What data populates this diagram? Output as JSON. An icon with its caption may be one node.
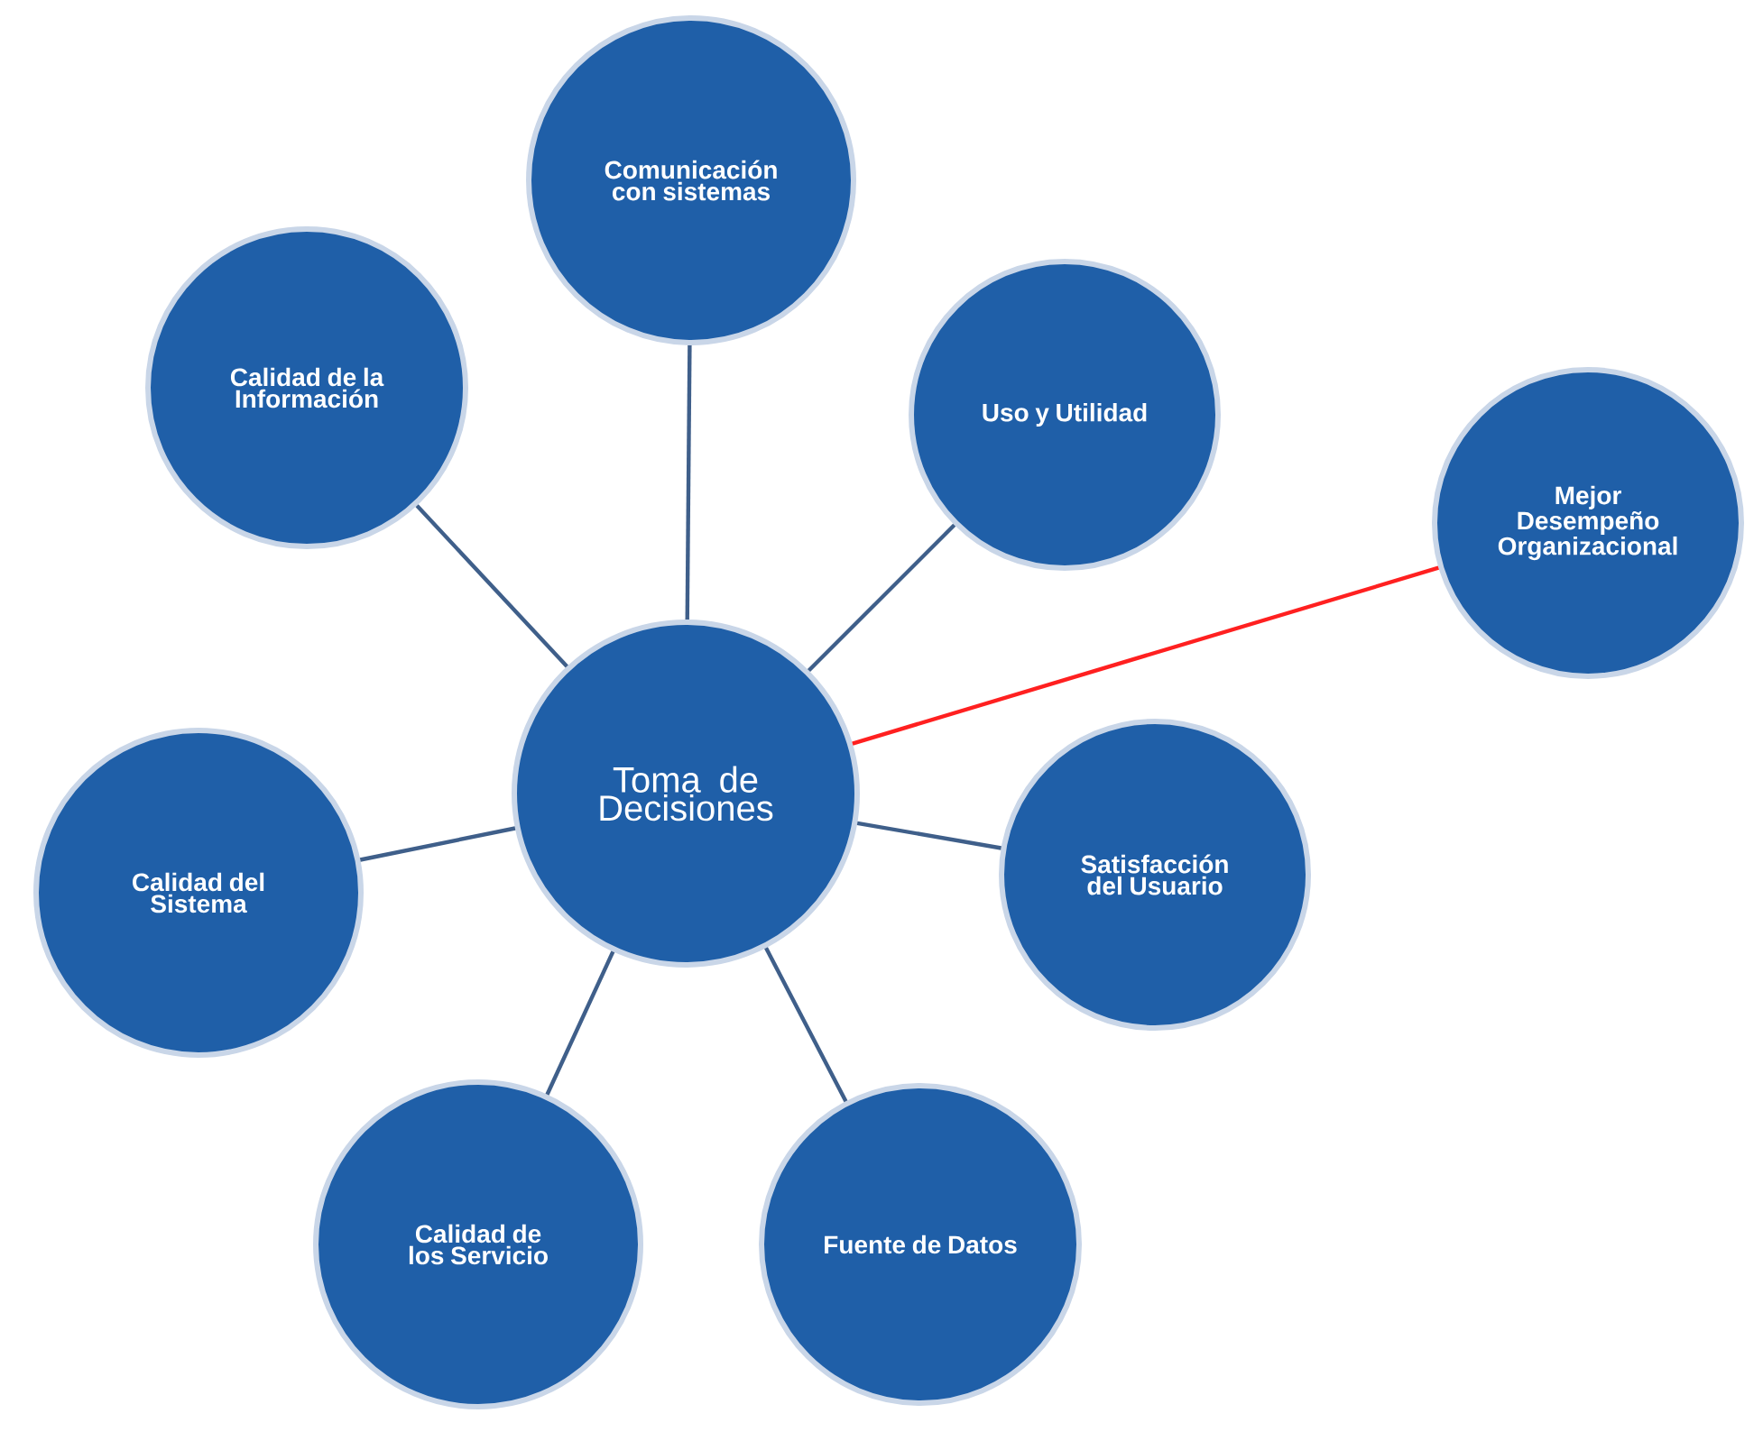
{
  "diagram": {
    "nodes": [
      {
        "text": [
          "Comunicación con sistemas"
        ]
      },
      {
        "text": [
          "Calidad de la Información"
        ]
      },
      {
        "text": [
          "Uso y Utilidad"
        ]
      },
      {
        "text": [
          "Mejor Desempeño Organizacional"
        ]
      },
      {
        "text": [
          "Toma de Decisiones"
        ]
      },
      {
        "text": [
          "Calidad del Sistema"
        ]
      },
      {
        "text": [
          "Satisfacción del Usuario"
        ]
      },
      {
        "text": [
          "Calidad de los Servicio"
        ]
      },
      {
        "text": [
          "Fuente de Datos"
        ]
      }
    ],
    "edges": [
      {
        "from": 4,
        "to": 0,
        "arrow": "none"
      },
      {
        "from": 4,
        "to": 1,
        "arrow": "none"
      },
      {
        "from": 4,
        "to": 2,
        "arrow": "none"
      },
      {
        "from": 4,
        "to": 3,
        "arrow": "none",
        "color": "#ff2020"
      },
      {
        "from": 4,
        "to": 5,
        "arrow": "none"
      },
      {
        "from": 4,
        "to": 6,
        "arrow": "none"
      },
      {
        "from": 4,
        "to": 7,
        "arrow": "none"
      },
      {
        "from": 4,
        "to": 8,
        "arrow": "none"
      }
    ]
  }
}
